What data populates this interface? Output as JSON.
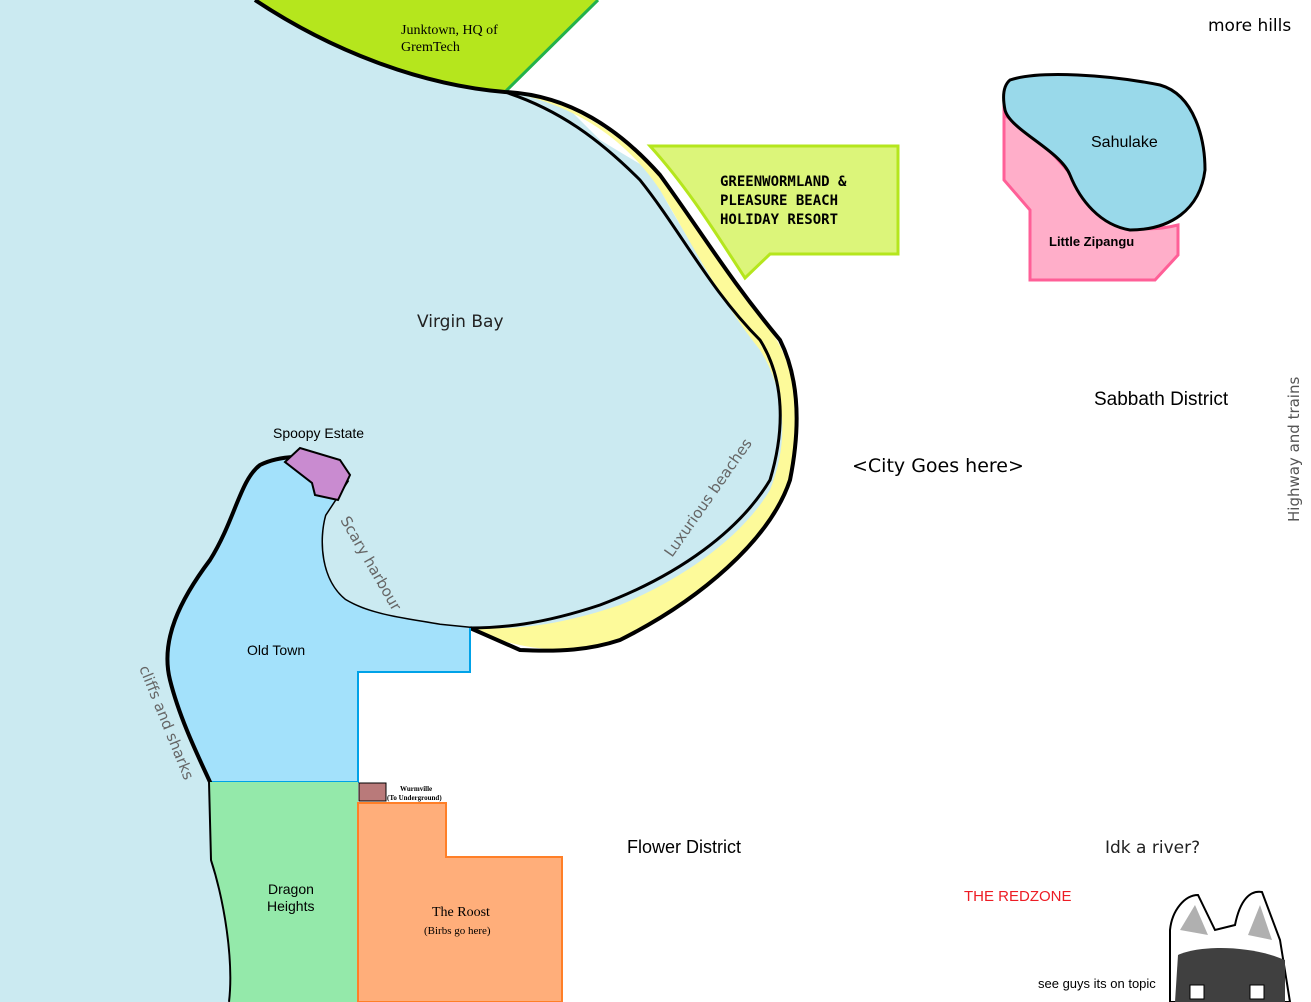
{
  "labels": {
    "junktown": [
      "Junktown, HQ of",
      "GremTech"
    ],
    "more_hills": "more hills",
    "greenwormland": [
      "GREENWORMLAND &",
      "PLEASURE BEACH",
      "HOLIDAY RESORT"
    ],
    "sahulake": "Sahulake",
    "little_zipangu": "Little Zipangu",
    "virgin_bay": "Virgin Bay",
    "sabbath_district": "Sabbath District",
    "highway": "Highway and trains",
    "city_goes_here": "<City Goes here>",
    "spoopy_estate": "Spoopy Estate",
    "luxurious_beaches": "Luxurious beaches",
    "scary_harbour": "Scary harbour",
    "old_town": "Old Town",
    "cliffs_and_sharks": "cliffs and sharks",
    "wurmville": [
      "Wurmville",
      "(To Underground)"
    ],
    "flower_district": "Flower District",
    "idk_river": "Idk a river?",
    "dragon_heights": [
      "Dragon",
      "Heights"
    ],
    "the_roost": "The Roost",
    "the_roost_sub": "(Birbs go here)",
    "the_redzone": "THE REDZONE",
    "see_guys": "see guys its on topic"
  },
  "colors": {
    "sea": "#cbeaf1",
    "junktown": "#b5e61d",
    "beach": "#fdfa9a",
    "greenwormland": "#dcf57a",
    "lake": "#99d9ea",
    "zipangu": "#ffaec9",
    "spoopy": "#c98bd0",
    "old_town": "#a3e1fb",
    "wurmville": "#b97a7a",
    "dragon_heights": "#94e9aa",
    "the_roost": "#ffae7a",
    "redzone_text": "#ed1c24",
    "outline": "#000000"
  }
}
